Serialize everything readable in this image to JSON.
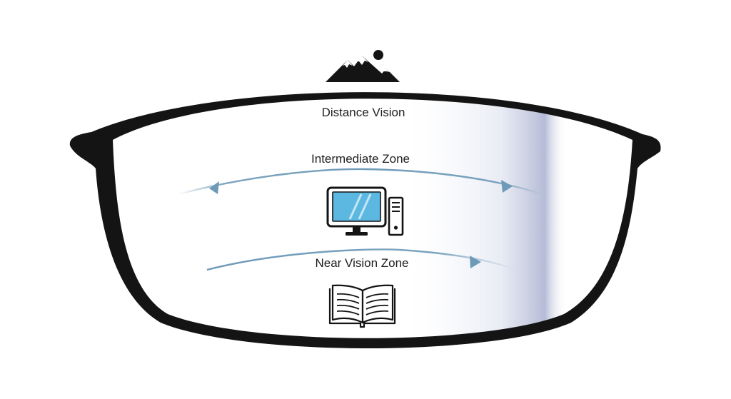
{
  "zones": {
    "distance": "Distance Vision",
    "intermediate": "Intermediate Zone",
    "near": "Near Vision Zone"
  },
  "icons": {
    "distance": "mountain-icon",
    "intermediate": "desktop-computer-icon",
    "near": "open-book-icon"
  },
  "colors": {
    "frame": "#141414",
    "arrow": "#6e9ab8",
    "screen": "#5cb8e0",
    "tint": "#9aa3c8"
  }
}
